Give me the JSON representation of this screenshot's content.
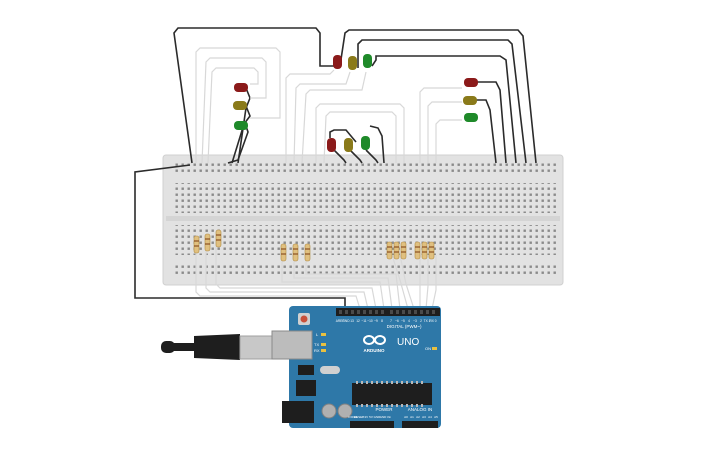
{
  "colors": {
    "led_red": "#8b1a1a",
    "led_yellow": "#8a7a1a",
    "led_green": "#1f8a2a",
    "wire_dark": "#2b2b2b",
    "wire_light": "#d8d8d8",
    "breadboard": "#e2e2e2",
    "arduino_board": "#2e78a8",
    "resistor_body": "#e0c080"
  },
  "components": {
    "breadboard": "breadboard",
    "arduino": "arduino-uno",
    "usb_cable": "usb-b-cable",
    "leds": "traffic-light-led-groups",
    "resistors": "resistor-arrays"
  },
  "arduino": {
    "brand": "ARDUINO",
    "model": "UNO",
    "digital_label": "DIGITAL (PWM~)",
    "power_label": "POWER",
    "analog_label": "ANALOG IN",
    "on_label": "ON",
    "tx_label": "TX",
    "rx_label": "RX",
    "l_label": "L",
    "digital_pins": [
      "AREF",
      "GND",
      "13",
      "12",
      "~11",
      "~10",
      "~9",
      "8",
      "7",
      "~6",
      "~5",
      "4",
      "~3",
      "2",
      "TX 1",
      "RX 0"
    ],
    "power_pins": [
      "IOREF",
      "RESET",
      "3.3V",
      "5V",
      "GND",
      "GND",
      "Vin"
    ],
    "analog_pins": [
      "A0",
      "A1",
      "A2",
      "A3",
      "A4",
      "A5"
    ]
  }
}
